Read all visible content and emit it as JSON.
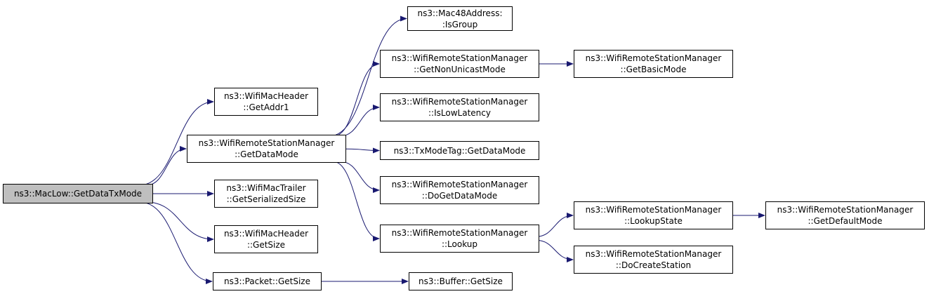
{
  "nodes": {
    "root": {
      "lines": [
        "ns3::MacLow::GetDataTxMode"
      ]
    },
    "mac48_isgroup": {
      "lines": [
        "ns3::Mac48Address:",
        ":IsGroup"
      ]
    },
    "wrsm_getnonunicastmode": {
      "lines": [
        "ns3::WifiRemoteStationManager",
        "::GetNonUnicastMode"
      ]
    },
    "wrsm_getbasicmode": {
      "lines": [
        "ns3::WifiRemoteStationManager",
        "::GetBasicMode"
      ]
    },
    "wmh_getaddr1": {
      "lines": [
        "ns3::WifiMacHeader",
        "::GetAddr1"
      ]
    },
    "wrsm_islowlatency": {
      "lines": [
        "ns3::WifiRemoteStationManager",
        "::IsLowLatency"
      ]
    },
    "wrsm_getdatamode": {
      "lines": [
        "ns3::WifiRemoteStationManager",
        "::GetDataMode"
      ]
    },
    "txmodetag_getdatamode": {
      "lines": [
        "ns3::TxModeTag::GetDataMode"
      ]
    },
    "wrsm_dogetdatamode": {
      "lines": [
        "ns3::WifiRemoteStationManager",
        "::DoGetDataMode"
      ]
    },
    "wmt_getserializedsize": {
      "lines": [
        "ns3::WifiMacTrailer",
        "::GetSerializedSize"
      ]
    },
    "wrsm_lookupstate": {
      "lines": [
        "ns3::WifiRemoteStationManager",
        "::LookupState"
      ]
    },
    "wrsm_getdefaultmode": {
      "lines": [
        "ns3::WifiRemoteStationManager",
        "::GetDefaultMode"
      ]
    },
    "wmh_getsize": {
      "lines": [
        "ns3::WifiMacHeader",
        "::GetSize"
      ]
    },
    "wrsm_lookup": {
      "lines": [
        "ns3::WifiRemoteStationManager",
        "::Lookup"
      ]
    },
    "wrsm_docreatestation": {
      "lines": [
        "ns3::WifiRemoteStationManager",
        "::DoCreateStation"
      ]
    },
    "packet_getsize": {
      "lines": [
        "ns3::Packet::GetSize"
      ]
    },
    "buffer_getsize": {
      "lines": [
        "ns3::Buffer::GetSize"
      ]
    }
  },
  "edges": [
    [
      "root",
      "wmh_getaddr1"
    ],
    [
      "root",
      "wrsm_getdatamode"
    ],
    [
      "root",
      "wmt_getserializedsize"
    ],
    [
      "root",
      "wmh_getsize"
    ],
    [
      "root",
      "packet_getsize"
    ],
    [
      "wrsm_getdatamode",
      "mac48_isgroup"
    ],
    [
      "wrsm_getdatamode",
      "wrsm_getnonunicastmode"
    ],
    [
      "wrsm_getdatamode",
      "wrsm_islowlatency"
    ],
    [
      "wrsm_getdatamode",
      "txmodetag_getdatamode"
    ],
    [
      "wrsm_getdatamode",
      "wrsm_dogetdatamode"
    ],
    [
      "wrsm_getdatamode",
      "wrsm_lookup"
    ],
    [
      "wrsm_getnonunicastmode",
      "wrsm_getbasicmode"
    ],
    [
      "wrsm_lookup",
      "wrsm_lookupstate"
    ],
    [
      "wrsm_lookup",
      "wrsm_docreatestation"
    ],
    [
      "wrsm_lookupstate",
      "wrsm_getdefaultmode"
    ],
    [
      "packet_getsize",
      "buffer_getsize"
    ]
  ],
  "colors": {
    "edge": "#191970",
    "node_border": "#000000",
    "root_fill": "#bfbfbf",
    "node_fill": "#ffffff"
  }
}
